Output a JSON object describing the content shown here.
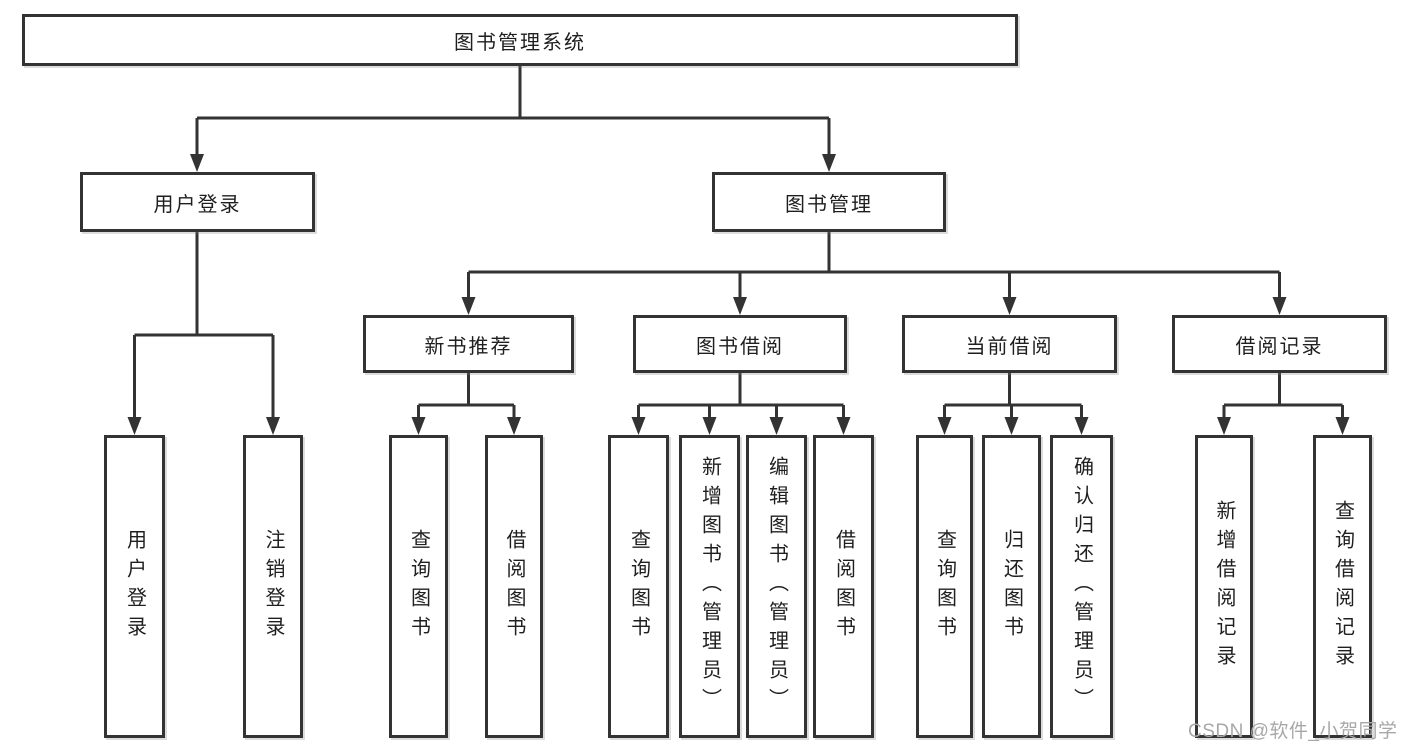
{
  "watermark": "CSDN @软件_小贺同学",
  "tree": {
    "root": {
      "label": "图书管理系统"
    },
    "branches": [
      {
        "label": "用户登录",
        "children": [
          "用户登录",
          "注销登录"
        ]
      },
      {
        "label": "图书管理",
        "children": [
          {
            "label": "新书推荐",
            "children": [
              "查询图书",
              "借阅图书"
            ]
          },
          {
            "label": "图书借阅",
            "children": [
              "查询图书",
              "新增图书（管理员）",
              "编辑图书（管理员）",
              "借阅图书"
            ]
          },
          {
            "label": "当前借阅",
            "children": [
              "查询图书",
              "归还图书",
              "确认归还（管理员）"
            ]
          },
          {
            "label": "借阅记录",
            "children": [
              "新增借阅记录",
              "查询借阅记录"
            ]
          }
        ]
      }
    ]
  }
}
